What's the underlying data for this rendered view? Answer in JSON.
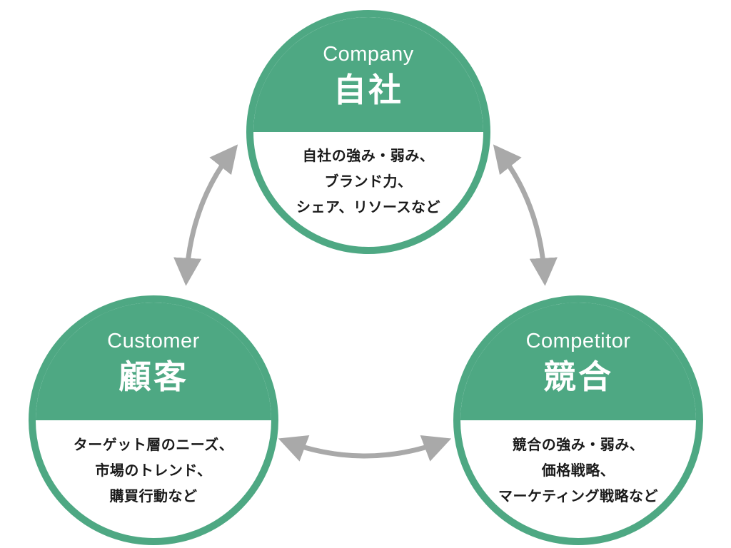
{
  "colors": {
    "green": "#4ea883",
    "arrow": "#a9a9a9",
    "heading": "#ffffff",
    "body": "#1a1a1a",
    "background": "#ffffff"
  },
  "circles": [
    {
      "key": "company",
      "en_label": "Company",
      "ja_label": "自社",
      "description_lines": [
        "自社の強み・弱み、",
        "ブランド力、",
        "シェア、リソースなど"
      ]
    },
    {
      "key": "customer",
      "en_label": "Customer",
      "ja_label": "顧客",
      "description_lines": [
        "ターゲット層のニーズ、",
        "市場のトレンド、",
        "購買行動など"
      ]
    },
    {
      "key": "competitor",
      "en_label": "Competitor",
      "ja_label": "競合",
      "description_lines": [
        "競合の強み・弱み、",
        "価格戦略、",
        "マーケティング戦略など"
      ]
    }
  ],
  "arrows": [
    {
      "from": "company",
      "to": "customer",
      "style": "double-headed curved"
    },
    {
      "from": "company",
      "to": "competitor",
      "style": "double-headed curved"
    },
    {
      "from": "customer",
      "to": "competitor",
      "style": "double-headed curved"
    }
  ]
}
